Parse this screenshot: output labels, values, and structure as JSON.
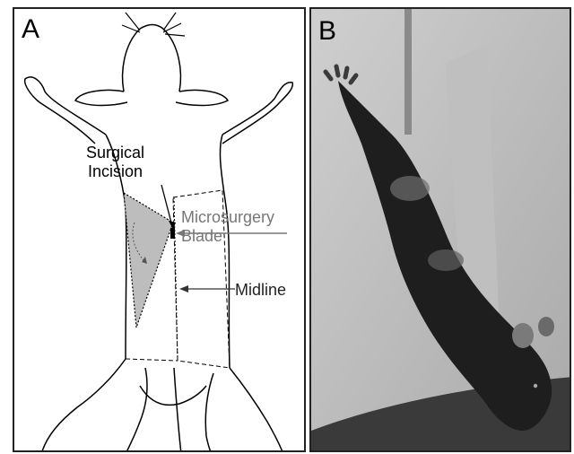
{
  "panel_a": {
    "letter": "A",
    "labels": {
      "surgical_incision_line1": "Surgical",
      "surgical_incision_line2": "Incision",
      "microsurgery_blade_line1": "Microsurgery",
      "microsurgery_blade_line2": "Blade",
      "midline": "Midline"
    },
    "colors": {
      "flap_fill": "#bdbdbd",
      "blade_label": "#777777",
      "outline": "#000000"
    }
  },
  "panel_b": {
    "letter": "B",
    "image_subject": "mouse-photo"
  }
}
